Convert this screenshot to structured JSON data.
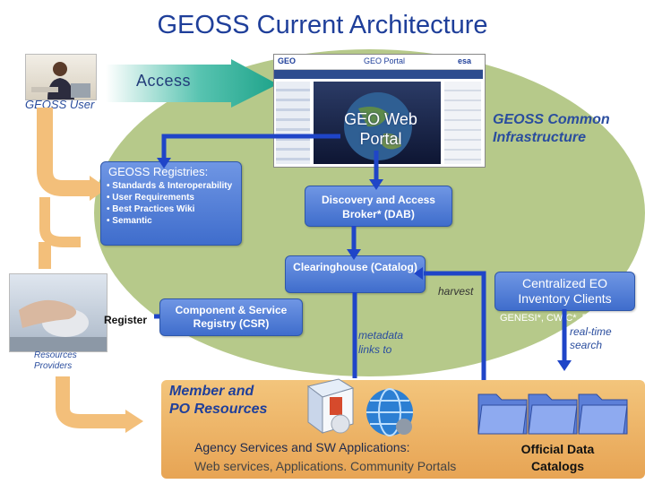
{
  "title": "GEOSS Current Architecture",
  "access": {
    "label": "Access"
  },
  "user": {
    "label": "GEOSS User"
  },
  "providers": {
    "label": "Resources Providers"
  },
  "portal": {
    "title": "GEO Web Portal",
    "window_title": "GEO Portal",
    "logo_left": "GEO",
    "logo_right": "esa"
  },
  "infrastructure": {
    "label": "GEOSS Common Infrastructure"
  },
  "registries": {
    "title": "GEOSS Registries:",
    "items": [
      "• Standards & Interoperability",
      "• User Requirements",
      "• Best Practices Wiki",
      "• Semantic"
    ]
  },
  "dab": {
    "label": "Discovery and Access Broker* (DAB)"
  },
  "clearinghouse": {
    "label": "Clearinghouse (Catalog)"
  },
  "harvest": {
    "label": "harvest"
  },
  "csr": {
    "label": "Component & Service Registry (CSR)"
  },
  "register": {
    "label": "Register"
  },
  "metadata": {
    "label": "metadata links to"
  },
  "eo_clients": {
    "title": "Centralized EO Inventory Clients",
    "examples": "GENESI*, CWIC*, Fed.EO*",
    "search": "real-time search"
  },
  "resources": {
    "title": "Member and PO Resources",
    "agency_title": "Agency Services and SW Applications:",
    "agency_detail": "Web services, Applications. Community Portals",
    "catalogs": "Official Data Catalogs"
  },
  "colors": {
    "title": "#1f3f9a",
    "ellipse": "#b6c98a",
    "box_blue": "#4a78d6",
    "arrow_blue": "#1f45c8",
    "band": "#eeb56a"
  }
}
